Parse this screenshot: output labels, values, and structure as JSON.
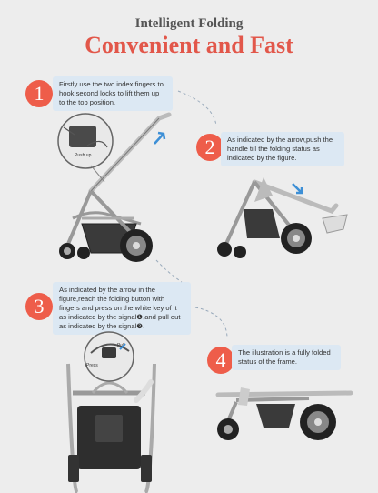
{
  "header": {
    "subtitle": "Intelligent Folding",
    "title": "Convenient and Fast"
  },
  "steps": [
    {
      "number": "1",
      "text": "Firstly use the two index fingers to hook second locks to lift them up to the top position."
    },
    {
      "number": "2",
      "text": "As indicated by the arrow,push the handle till the folding status as indicated by the figure."
    },
    {
      "number": "3",
      "text": "As indicated by the arrow in the figure,reach the folding button with fingers and press on the white key of it as indicated by the signal❶,and pull out as indicated by the signal❷."
    },
    {
      "number": "4",
      "text": "The illustration is a fully folded status of the frame."
    }
  ],
  "callouts": {
    "push_up": "Push up",
    "pull": "Pull",
    "press": "Press"
  },
  "colors": {
    "accent": "#e2574a",
    "badge": "#ee5d4a",
    "text_bg": "#dce8f3",
    "arrow": "#3d8fd6"
  }
}
